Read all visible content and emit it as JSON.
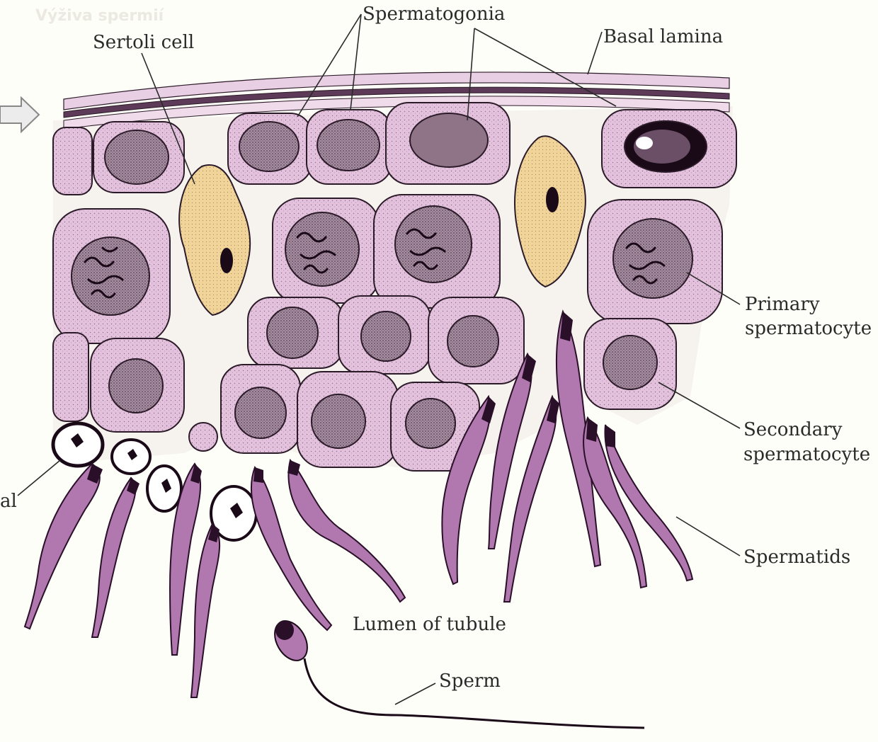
{
  "watermark": "Výživa spermií",
  "labels": {
    "spermatogonia": "Spermatogonia",
    "sertoli_cell": "Sertoli cell",
    "basal_lamina": "Basal lamina",
    "primary_1": "Primary",
    "primary_2": "spermatocyte",
    "secondary_1": "Secondary",
    "secondary_2": "spermatocyte",
    "spermatids": "Spermatids",
    "lumen": "Lumen of tubule",
    "sperm": "Sperm",
    "cut_label": "al"
  },
  "colors": {
    "cell_fill": "#e4c2de",
    "cell_outline": "#2b1b28",
    "nucleus_fill": "#8f7487",
    "sertoli_fill": "#f0d49a",
    "spermatid_fill": "#b078ae",
    "spermatid_dark": "#2a0f28",
    "interstitial": "#f5f1ec"
  }
}
